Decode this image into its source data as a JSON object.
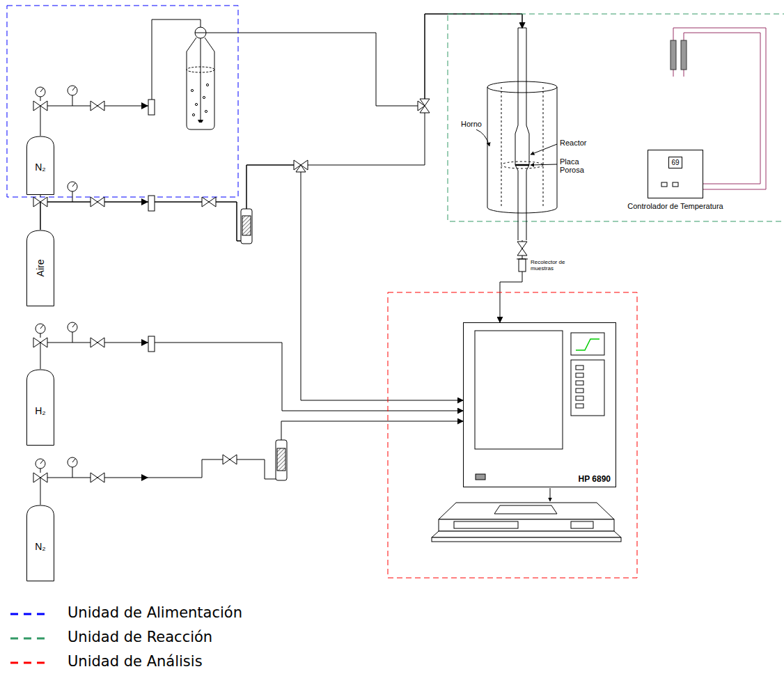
{
  "diagram": {
    "nodes": [
      {
        "text": [
          "N₂"
        ]
      },
      {
        "text": [
          "Aire"
        ]
      },
      {
        "text": [
          "H₂"
        ]
      },
      {
        "text": [
          "N₂"
        ]
      },
      {
        "text": [
          "Horno"
        ]
      },
      {
        "text": [
          "69",
          "Controlador de Temperatura"
        ]
      },
      {
        "text": [
          "HP 6890"
        ]
      }
    ],
    "edges": [
      {
        "from": 0,
        "to": 4,
        "arrow": "to"
      },
      {
        "from": 1,
        "to": 4,
        "arrow": "to"
      },
      {
        "from": 1,
        "to": 6,
        "arrow": "to"
      },
      {
        "from": 2,
        "to": 6,
        "arrow": "to"
      },
      {
        "from": 3,
        "to": 6,
        "arrow": "to"
      },
      {
        "from": 4,
        "to": 6,
        "arrow": "to"
      }
    ],
    "labels": [
      "Reactor",
      "Placa Porosa",
      "Recolector de muestras"
    ],
    "legend": [
      {
        "text": "Unidad de Alimentación"
      },
      {
        "text": "Unidad de Reacción"
      },
      {
        "text": "Unidad de Análisis"
      }
    ]
  }
}
